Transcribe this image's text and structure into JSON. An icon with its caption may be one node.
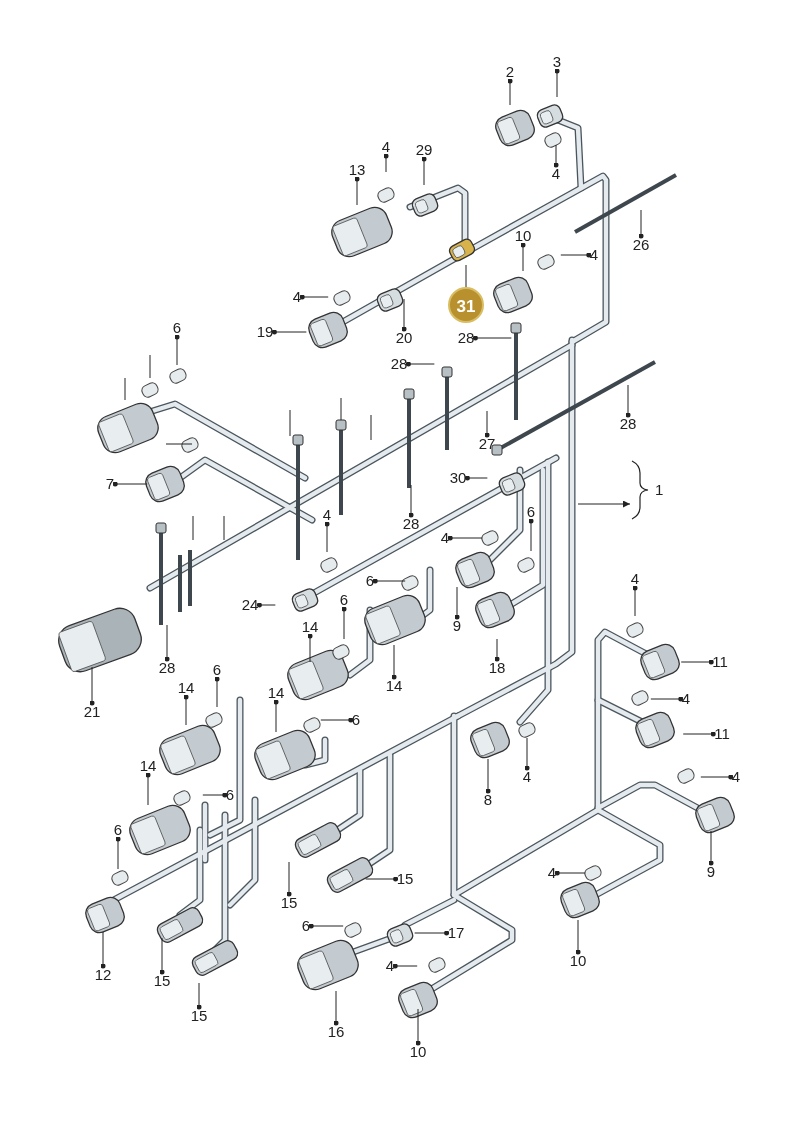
{
  "diagram": {
    "nodes": [
      {
        "text": [
          "2"
        ]
      },
      {
        "text": [
          "3"
        ]
      },
      {
        "text": [
          "4"
        ]
      },
      {
        "text": [
          "29"
        ]
      },
      {
        "text": [
          "13"
        ]
      },
      {
        "text": [
          "4"
        ]
      },
      {
        "text": [
          "10"
        ]
      },
      {
        "text": [
          "4"
        ]
      },
      {
        "text": [
          "26"
        ]
      },
      {
        "text": [
          "4"
        ]
      },
      {
        "text": [
          "31"
        ]
      },
      {
        "text": [
          "19"
        ]
      },
      {
        "text": [
          "20"
        ]
      },
      {
        "text": [
          "28"
        ]
      },
      {
        "text": [
          "28"
        ]
      },
      {
        "text": [
          "6"
        ]
      },
      {
        "text": [
          "28"
        ]
      },
      {
        "text": [
          "27"
        ]
      },
      {
        "text": [
          "30"
        ]
      },
      {
        "text": [
          "1"
        ]
      },
      {
        "text": [
          "7"
        ]
      },
      {
        "text": [
          "28"
        ]
      },
      {
        "text": [
          "4"
        ]
      },
      {
        "text": [
          "4"
        ]
      },
      {
        "text": [
          "6"
        ]
      },
      {
        "text": [
          "6"
        ]
      },
      {
        "text": [
          "24"
        ]
      },
      {
        "text": [
          "14"
        ]
      },
      {
        "text": [
          "6"
        ]
      },
      {
        "text": [
          "9"
        ]
      },
      {
        "text": [
          "18"
        ]
      },
      {
        "text": [
          "14"
        ]
      },
      {
        "text": [
          "4"
        ]
      },
      {
        "text": [
          "11"
        ]
      },
      {
        "text": [
          "28"
        ]
      },
      {
        "text": [
          "21"
        ]
      },
      {
        "text": [
          "6"
        ]
      },
      {
        "text": [
          "14"
        ]
      },
      {
        "text": [
          "4"
        ]
      },
      {
        "text": [
          "14"
        ]
      },
      {
        "text": [
          "6"
        ]
      },
      {
        "text": [
          "11"
        ]
      },
      {
        "text": [
          "8"
        ]
      },
      {
        "text": [
          "4"
        ]
      },
      {
        "text": [
          "14"
        ]
      },
      {
        "text": [
          "6"
        ]
      },
      {
        "text": [
          "4"
        ]
      },
      {
        "text": [
          "6"
        ]
      },
      {
        "text": [
          "9"
        ]
      },
      {
        "text": [
          "15"
        ]
      },
      {
        "text": [
          "4"
        ]
      },
      {
        "text": [
          "15"
        ]
      },
      {
        "text": [
          "12"
        ]
      },
      {
        "text": [
          "6"
        ]
      },
      {
        "text": [
          "17"
        ]
      },
      {
        "text": [
          "15"
        ]
      },
      {
        "text": [
          "10"
        ]
      },
      {
        "text": [
          "4"
        ]
      },
      {
        "text": [
          "15"
        ]
      },
      {
        "text": [
          "16"
        ]
      },
      {
        "text": [
          "10"
        ]
      }
    ],
    "edges": [
      {
        "from": 0,
        "to": null,
        "arrow": "other"
      },
      {
        "from": 1,
        "to": null,
        "arrow": "other"
      },
      {
        "from": 2,
        "to": null,
        "arrow": "other"
      },
      {
        "from": 3,
        "to": null,
        "arrow": "other"
      },
      {
        "from": 4,
        "to": null,
        "arrow": "other"
      },
      {
        "from": 5,
        "to": null,
        "arrow": "other"
      },
      {
        "from": 6,
        "to": null,
        "arrow": "other"
      },
      {
        "from": 7,
        "to": null,
        "arrow": "other"
      },
      {
        "from": 8,
        "to": null,
        "arrow": "other"
      },
      {
        "from": 9,
        "to": null,
        "arrow": "other"
      },
      {
        "from": 10,
        "to": null,
        "arrow": "none"
      },
      {
        "from": 11,
        "to": null,
        "arrow": "other"
      },
      {
        "from": 12,
        "to": null,
        "arrow": "other"
      },
      {
        "from": 13,
        "to": null,
        "arrow": "other"
      },
      {
        "from": 14,
        "to": null,
        "arrow": "other"
      },
      {
        "from": 15,
        "to": null,
        "arrow": "other"
      },
      {
        "from": 16,
        "to": null,
        "arrow": "other"
      },
      {
        "from": 17,
        "to": null,
        "arrow": "other"
      },
      {
        "from": 18,
        "to": null,
        "arrow": "other"
      },
      {
        "from": null,
        "to": 19,
        "arrow": "to"
      },
      {
        "from": 20,
        "to": null,
        "arrow": "other"
      },
      {
        "from": 21,
        "to": null,
        "arrow": "other"
      },
      {
        "from": 22,
        "to": null,
        "arrow": "other"
      },
      {
        "from": 23,
        "to": null,
        "arrow": "other"
      },
      {
        "from": 24,
        "to": null,
        "arrow": "other"
      },
      {
        "from": 25,
        "to": null,
        "arrow": "other"
      },
      {
        "from": 26,
        "to": null,
        "arrow": "other"
      },
      {
        "from": 27,
        "to": null,
        "arrow": "other"
      },
      {
        "from": 28,
        "to": null,
        "arrow": "other"
      },
      {
        "from": 29,
        "to": null,
        "arrow": "other"
      },
      {
        "from": 30,
        "to": null,
        "arrow": "other"
      },
      {
        "from": 31,
        "to": null,
        "arrow": "other"
      },
      {
        "from": 32,
        "to": null,
        "arrow": "other"
      },
      {
        "from": 33,
        "to": null,
        "arrow": "other"
      },
      {
        "from": 34,
        "to": null,
        "arrow": "other"
      },
      {
        "from": 35,
        "to": null,
        "arrow": "other"
      },
      {
        "from": 36,
        "to": null,
        "arrow": "other"
      },
      {
        "from": 37,
        "to": null,
        "arrow": "other"
      },
      {
        "from": 38,
        "to": null,
        "arrow": "other"
      },
      {
        "from": 39,
        "to": null,
        "arrow": "other"
      },
      {
        "from": 40,
        "to": null,
        "arrow": "other"
      },
      {
        "from": 41,
        "to": null,
        "arrow": "other"
      },
      {
        "from": 42,
        "to": null,
        "arrow": "other"
      },
      {
        "from": 43,
        "to": null,
        "arrow": "other"
      },
      {
        "from": 44,
        "to": null,
        "arrow": "other"
      },
      {
        "from": 45,
        "to": null,
        "arrow": "other"
      },
      {
        "from": 46,
        "to": null,
        "arrow": "other"
      },
      {
        "from": 47,
        "to": null,
        "arrow": "other"
      },
      {
        "from": 48,
        "to": null,
        "arrow": "other"
      },
      {
        "from": 49,
        "to": null,
        "arrow": "other"
      },
      {
        "from": 50,
        "to": null,
        "arrow": "other"
      },
      {
        "from": 51,
        "to": null,
        "arrow": "other"
      },
      {
        "from": 52,
        "to": null,
        "arrow": "other"
      },
      {
        "from": 53,
        "to": null,
        "arrow": "other"
      },
      {
        "from": 54,
        "to": null,
        "arrow": "other"
      },
      {
        "from": 55,
        "to": null,
        "arrow": "other"
      },
      {
        "from": 56,
        "to": null,
        "arrow": "other"
      },
      {
        "from": 57,
        "to": null,
        "arrow": "other"
      },
      {
        "from": 58,
        "to": null,
        "arrow": "other"
      },
      {
        "from": 59,
        "to": null,
        "arrow": "other"
      },
      {
        "from": 60,
        "to": null,
        "arrow": "other"
      }
    ]
  }
}
